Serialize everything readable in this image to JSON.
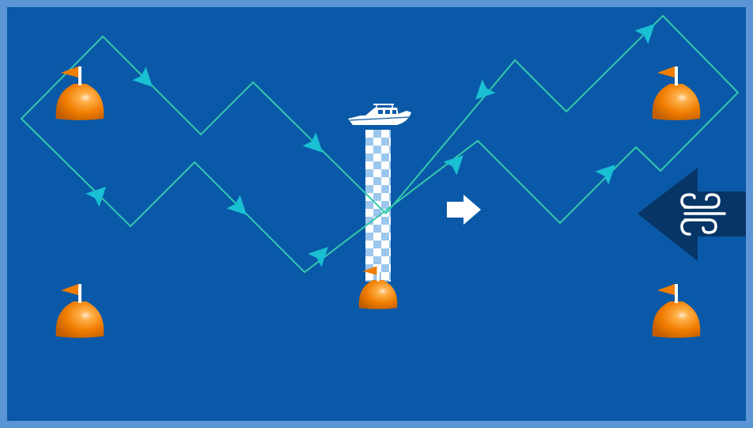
{
  "colors": {
    "frame": "#5b95d6",
    "water": "#0a59a8",
    "course_line": "#33c9ad",
    "arrowhead": "#19bfd2",
    "buoy": "#f07d00",
    "flag": "#f07d00",
    "start_line": "#ffffff",
    "wind_arrow": "#063566",
    "direction_arrow": "#ffffff"
  },
  "icons": {
    "committee_boat": "motor-yacht-icon",
    "wind": "wind-icon",
    "course_direction": "right-arrow-icon",
    "marks": "buoy-with-flag-icon"
  },
  "marks": [
    {
      "id": "top-left"
    },
    {
      "id": "top-right"
    },
    {
      "id": "bottom-left"
    },
    {
      "id": "bottom-right"
    },
    {
      "id": "start-pin"
    }
  ]
}
